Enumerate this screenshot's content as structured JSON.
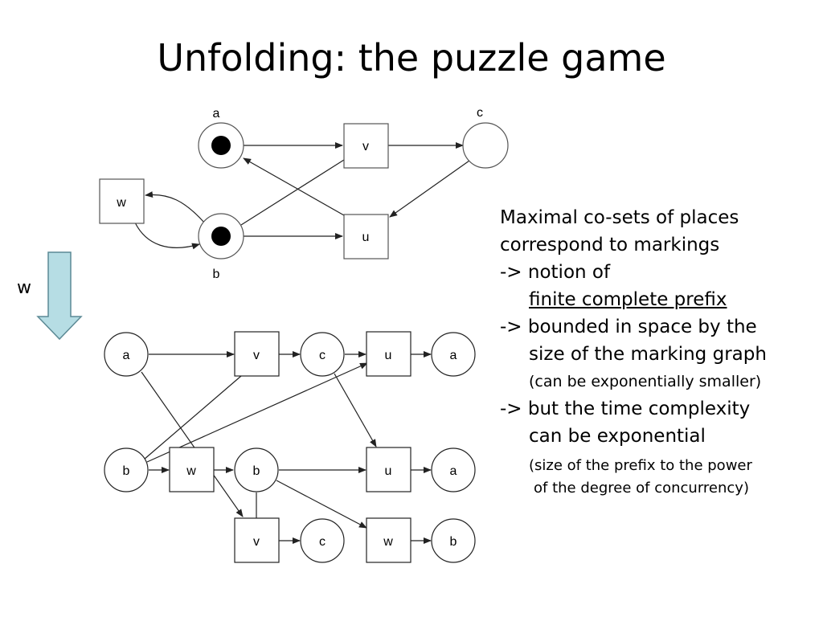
{
  "slide": {
    "title": "Unfolding: the puzzle game",
    "arrow_label": "w"
  },
  "net": {
    "places": [
      {
        "id": "a",
        "label": "a",
        "tokens": 1
      },
      {
        "id": "b",
        "label": "b",
        "tokens": 1
      },
      {
        "id": "c",
        "label": "c",
        "tokens": 0
      }
    ],
    "transitions": [
      {
        "id": "v",
        "label": "v"
      },
      {
        "id": "u",
        "label": "u"
      },
      {
        "id": "w",
        "label": "w"
      }
    ]
  },
  "unfolding": {
    "conditions": [
      "a",
      "c",
      "a",
      "b",
      "b",
      "a",
      "c",
      "b"
    ],
    "events": [
      "v",
      "u",
      "w",
      "u",
      "v",
      "w"
    ]
  },
  "notes": {
    "lines": [
      "Maximal co-sets of places",
      "correspond to markings",
      "-> notion of",
      "finite complete prefix",
      "-> bounded in space by the",
      "size of the marking graph",
      "(can be exponentially smaller)",
      "-> but the time complexity",
      "can be exponential",
      "(size of the prefix to the power",
      "of the degree of concurrency)"
    ]
  }
}
